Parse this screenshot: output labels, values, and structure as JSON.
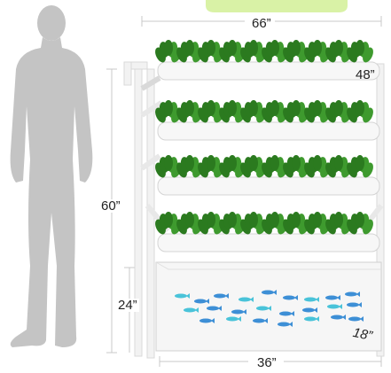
{
  "dimensions": {
    "width_top": "66”",
    "depth_top": "48”",
    "height_total": "60”",
    "tank_height": "24”",
    "depth_bottom": "18”",
    "width_bottom": "36”"
  },
  "colors": {
    "frame": "#f2f2f2",
    "frame_shade": "#d9d9d9",
    "plant": "#3e9a2e",
    "plant_dark": "#2b7a1f",
    "tank": "#f6f6f6",
    "fish_blue": "#3d8fd6",
    "fish_cyan": "#49c3d9",
    "silhouette": "#c4c4c4",
    "dimension_line": "#c8c8c8",
    "banner": "#d9f2a6"
  }
}
